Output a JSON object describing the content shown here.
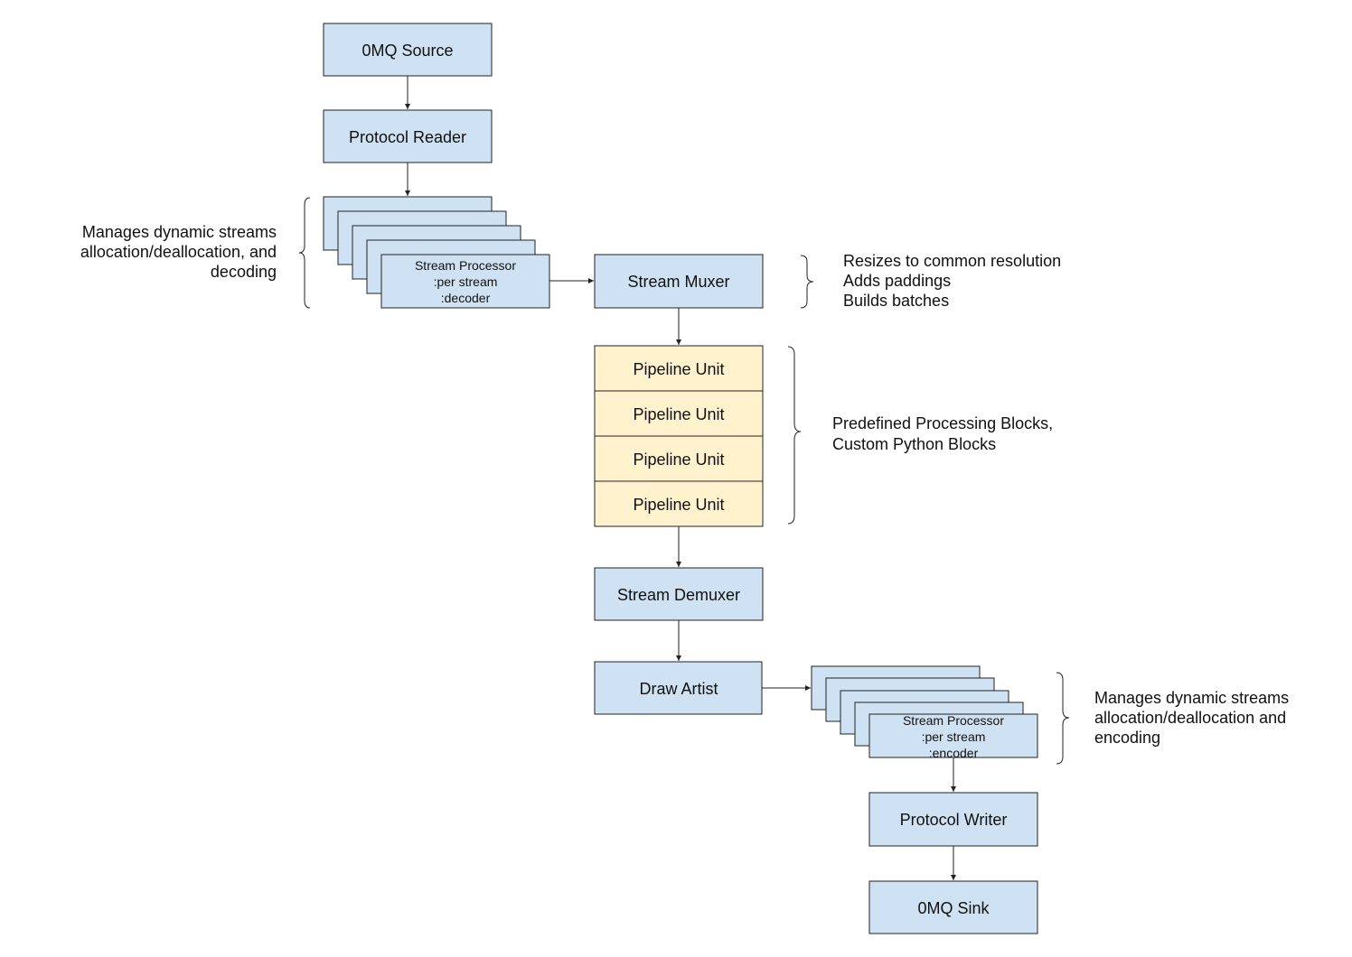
{
  "colors": {
    "blue_fill": "#cfe2f3",
    "yellow_fill": "#fff2cc",
    "stroke": "#222222",
    "text": "#111111"
  },
  "nodes": {
    "zmq_source": "0MQ Source",
    "protocol_reader": "Protocol Reader",
    "stream_processor_decoder": {
      "line1": "Stream Processor",
      "line2": ":per stream",
      "line3": ":decoder"
    },
    "stream_muxer": "Stream Muxer",
    "pipeline_units": [
      "Pipeline Unit",
      "Pipeline Unit",
      "Pipeline Unit",
      "Pipeline Unit"
    ],
    "stream_demuxer": "Stream Demuxer",
    "draw_artist": "Draw Artist",
    "stream_processor_encoder": {
      "line1": "Stream Processor",
      "line2": ":per stream",
      "line3": ":encoder"
    },
    "protocol_writer": "Protocol Writer",
    "zmq_sink": "0MQ Sink"
  },
  "notes": {
    "decoder_note": [
      "Manages dynamic streams",
      "allocation/deallocation, and",
      "decoding"
    ],
    "muxer_note": [
      "Resizes to common resolution",
      "Adds paddings",
      "Builds batches"
    ],
    "pipeline_note": [
      "Predefined Processing Blocks,",
      "Custom Python Blocks"
    ],
    "encoder_note": [
      "Manages dynamic streams",
      "allocation/deallocation and",
      "encoding"
    ]
  }
}
